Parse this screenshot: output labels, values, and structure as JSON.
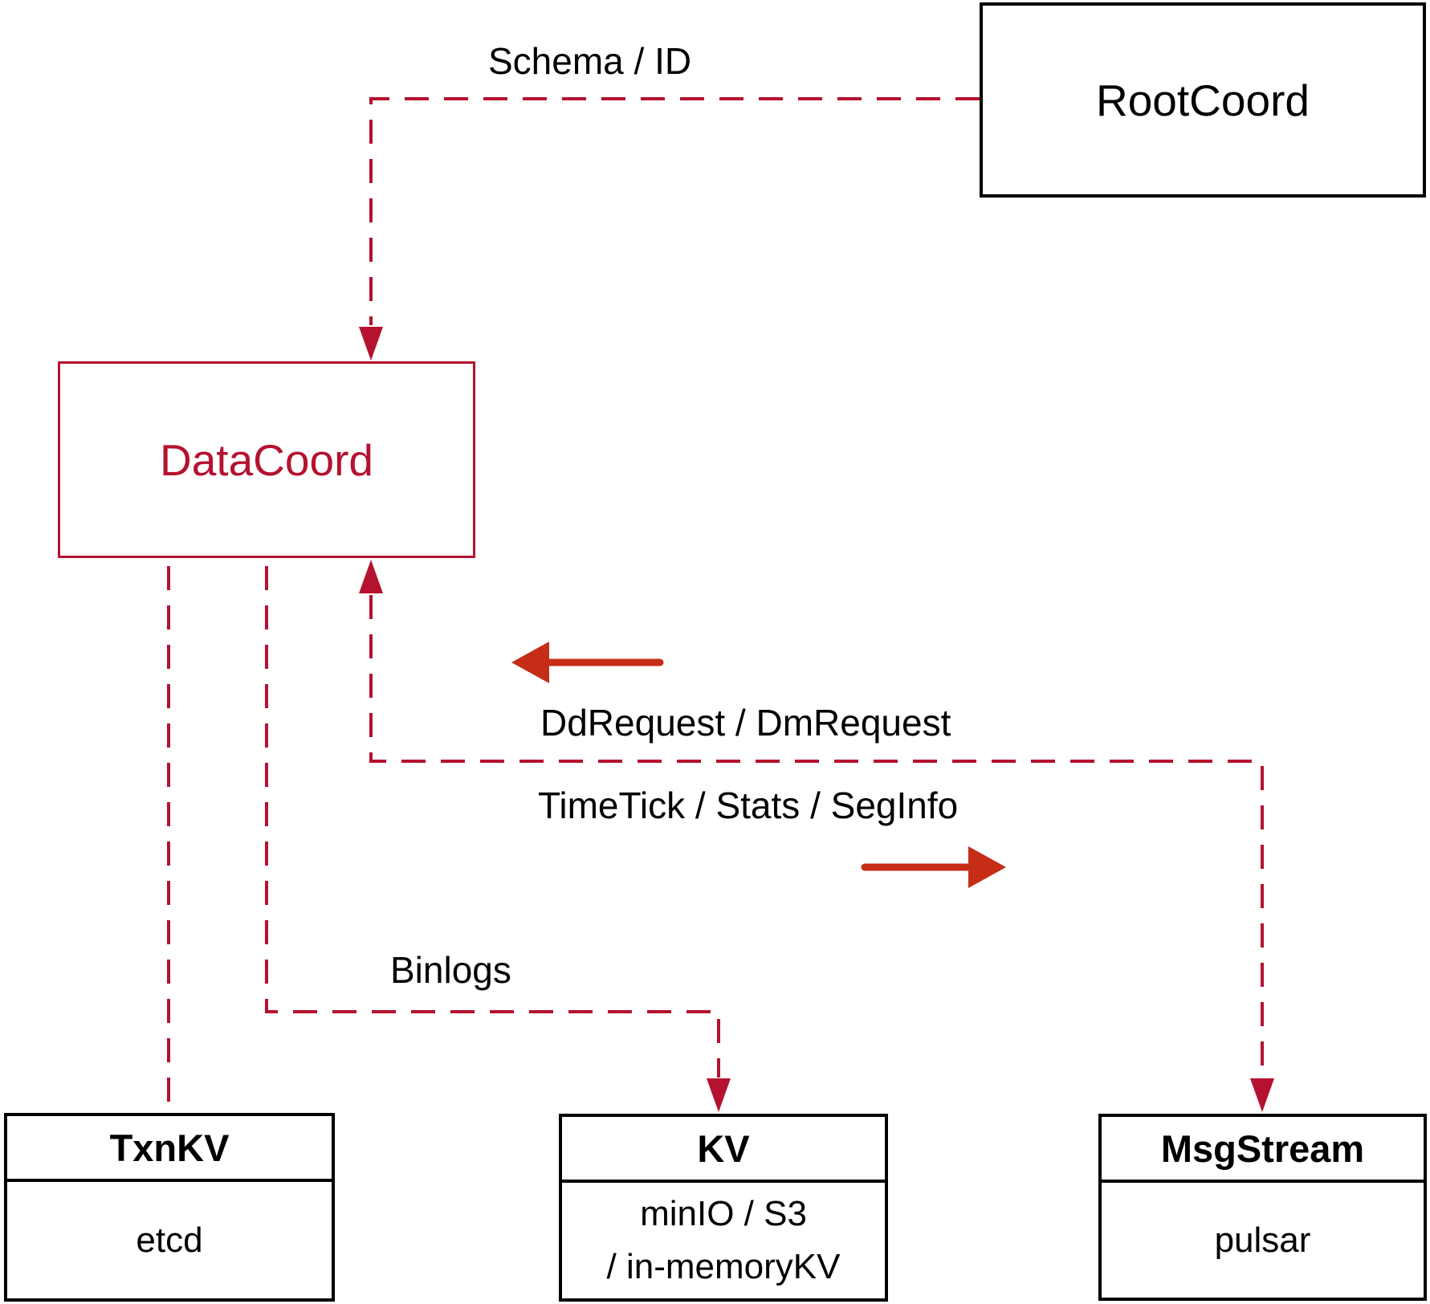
{
  "title": "DataCoord architecture diagram",
  "colors": {
    "crimson": "#b51230",
    "arrow-red": "#c52d17",
    "ink": "#000000",
    "bg": "#ffffff"
  },
  "nodes": {
    "rootcoord": {
      "label": "RootCoord"
    },
    "datacoord": {
      "label": "DataCoord"
    },
    "txnkv": {
      "title": "TxnKV",
      "detail": "etcd"
    },
    "kv": {
      "title": "KV",
      "detail_line1": "minIO / S3",
      "detail_line2": "/ in-memoryKV"
    },
    "msgstream": {
      "title": "MsgStream",
      "detail": "pulsar"
    }
  },
  "edge_labels": {
    "schema_id": "Schema / ID",
    "dd_dm_request": "DdRequest / DmRequest",
    "timetick_stats_seginfo": "TimeTick / Stats / SegInfo",
    "binlogs": "Binlogs"
  }
}
